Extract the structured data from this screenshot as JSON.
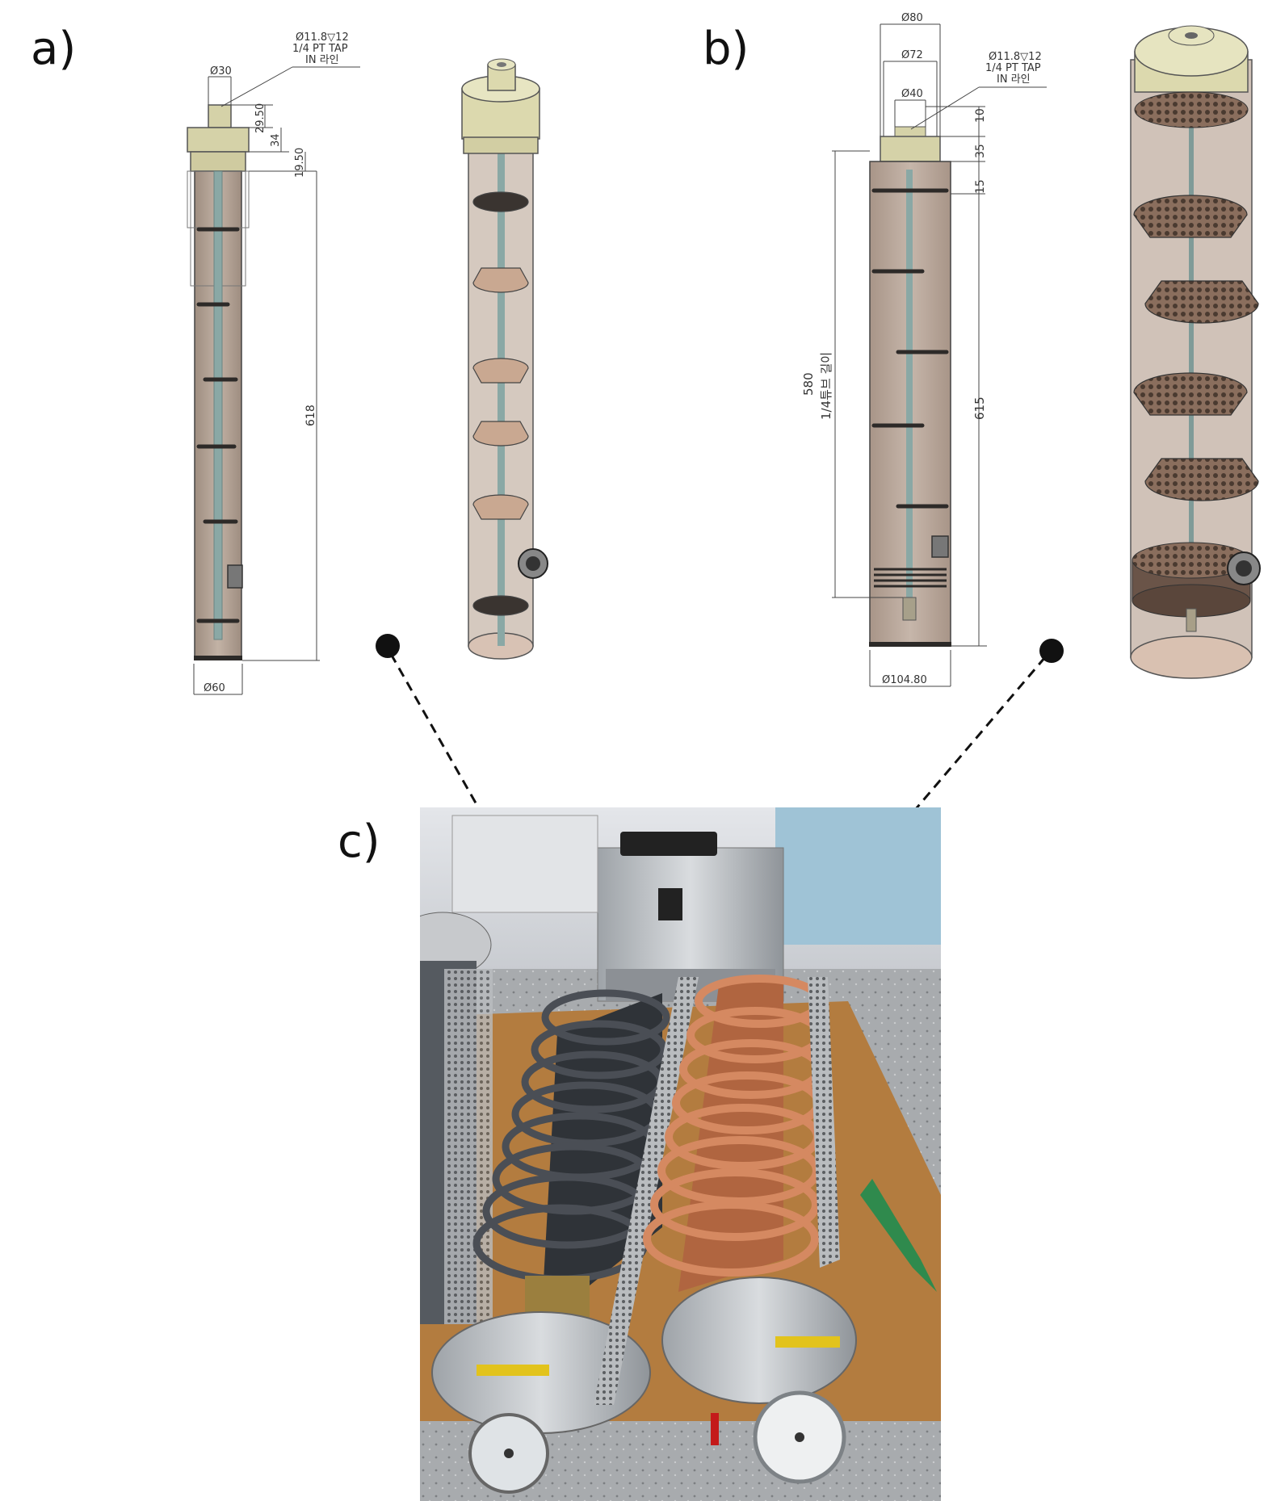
{
  "panels": {
    "a": {
      "label": "a)"
    },
    "b": {
      "label": "b)"
    },
    "c": {
      "label": "c)"
    }
  },
  "drawing_a": {
    "inlet_diameter": "Ø30",
    "tap_line1": "Ø11.8▽12",
    "tap_line2": "1/4 PT TAP",
    "tap_line3": "IN 라인",
    "dim_1": "29.50",
    "dim_2": "34",
    "dim_3": "19.50",
    "dim_length": "618",
    "bottom_diameter": "Ø60"
  },
  "drawing_b": {
    "top_d1": "Ø80",
    "top_d2": "Ø72",
    "top_d3": "Ø40",
    "tap_line1": "Ø11.8▽12",
    "tap_line2": "1/4 PT TAP",
    "tap_line3": "IN 라인",
    "dim_1": "10",
    "dim_2": "35",
    "dim_3": "15",
    "tube_length_value": "580",
    "tube_length_label": "1/4튜브 길이",
    "dim_length": "615",
    "bottom_diameter": "Ø104.80"
  },
  "colors": {
    "tube_fill": "#b9a79a",
    "cap": "#d8d6b0",
    "shaft": "#86a6a3",
    "copper": "#c9784c",
    "dark_coil": "#3a3d44",
    "table": "#b07a3d"
  }
}
